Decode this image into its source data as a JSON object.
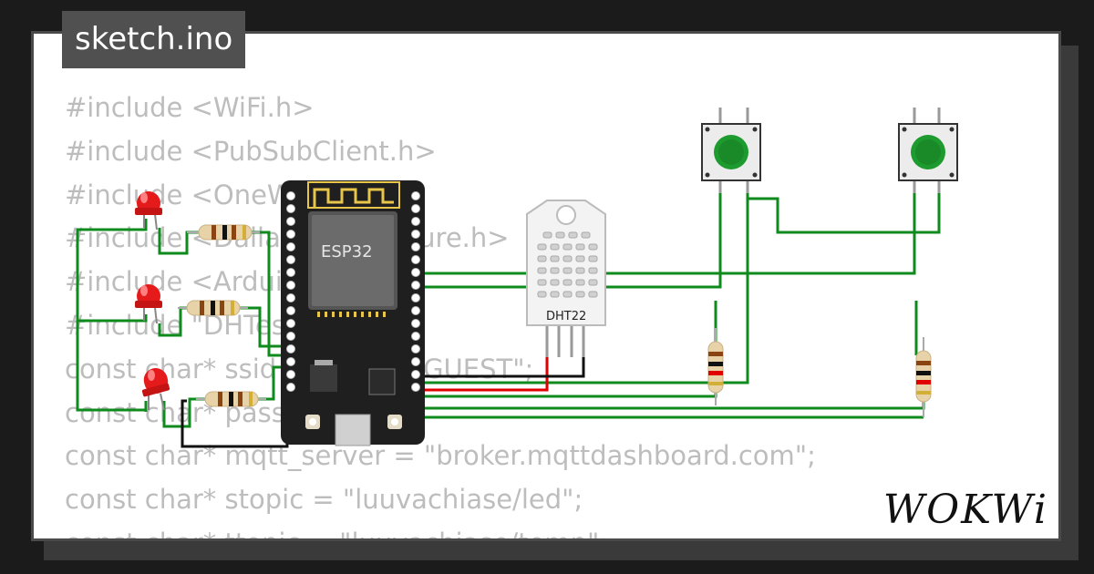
{
  "file_tab": {
    "title": "sketch.ino"
  },
  "code_lines": [
    "#include <WiFi.h>",
    "#include <PubSubClient.h>",
    "#include <OneWire.h>",
    "#include <DallasTemperature.h>",
    "#include <Arduino.h>",
    "#include \"DHTesp.h\"",
    "const char* ssid = \"Wokwi-GUEST\";",
    "const char* password = \"\";",
    "const char* mqtt_server = \"broker.mqttdashboard.com\";",
    "const char* stopic = \"luuvachiase/led\";",
    "const char* ttopic = \"luuvachiase/temp\";"
  ],
  "board": {
    "label": "ESP32"
  },
  "sensor": {
    "label": "DHT22"
  },
  "brand": {
    "logo_text": "WOKWi"
  },
  "colors": {
    "wire_green": "#0f8a1d",
    "wire_red": "#e00000",
    "wire_black": "#111111",
    "led_red": "#e51b1b",
    "button_green": "#1e9b2e",
    "board_black": "#1f1f1f"
  }
}
